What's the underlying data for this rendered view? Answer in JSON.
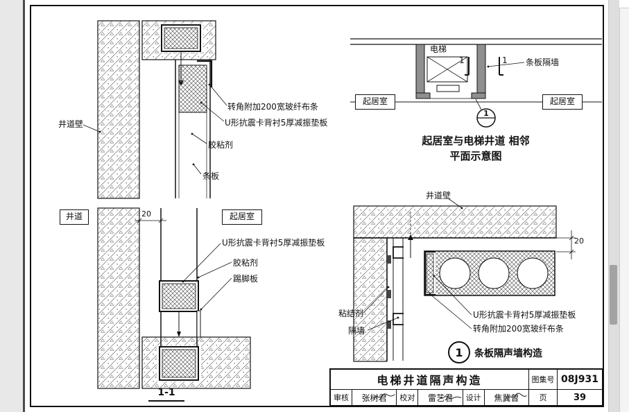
{
  "colors": {
    "line": "#1a1a1a",
    "poche_gray": "#8f8f8f",
    "page_bg": "#e8e8e8",
    "sheet_bg": "#ffffff"
  },
  "sec_top": {
    "wall": "井道壁",
    "corner": "转角附加200宽玻纤布条",
    "uclip": "U形抗震卡背衬5厚减振垫板",
    "glue": "胶粘剂",
    "board": "条板"
  },
  "sec_bot": {
    "shaft": "井道",
    "living": "起居室",
    "dim": "20",
    "uclip": "U形抗震卡背衬5厚减振垫板",
    "glue": "胶粘剂",
    "skirt": "踢脚板",
    "caption": "1-1"
  },
  "plan": {
    "elevator": "电梯",
    "cut": "1",
    "partition": "条板隔墙",
    "living_left": "起居室",
    "living_right": "起居室",
    "bubble": "1",
    "cap1": "起居室与电梯井道 相邻",
    "cap2": "平面示意图"
  },
  "det": {
    "wall": "井道壁",
    "dim": "20",
    "bond": "粘结剂",
    "partition": "隔墙",
    "uclip": "U形抗震卡背衬5厚减振垫板",
    "corner": "转角附加200宽玻纤布条",
    "bubble": "1",
    "caption": "条板隔声墙构造"
  },
  "tb": {
    "title": "电梯井道隔声构造",
    "atlas_label": "图集号",
    "atlas_no": "08J931",
    "page_label": "页",
    "page_no": "39",
    "check_label": "审核",
    "check_name": "张树君",
    "proof_label": "校对",
    "proof_name": "雷艺君",
    "design_label": "设计",
    "design_name": "焦冀曾"
  }
}
